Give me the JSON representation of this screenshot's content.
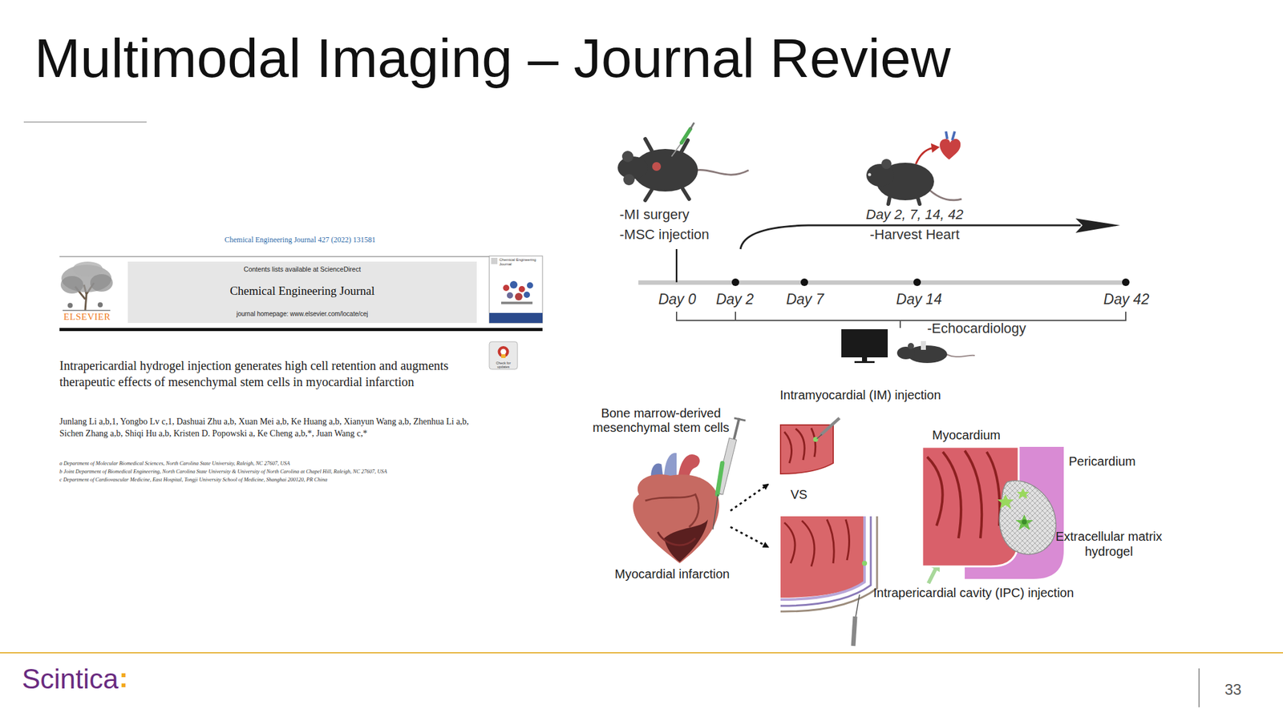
{
  "diagram": {
    "title": "Multimodal Imaging – Journal Review",
    "nodes": [
      {
        "text": [
          "Contents lists available at ScienceDirect",
          "Chemical Engineering Journal",
          "journal homepage: www.elsevier.com/locate/cej"
        ]
      },
      {
        "text": [
          "Chemical Engineering Journal"
        ]
      },
      {
        "text": [
          "Check for updates"
        ]
      }
    ],
    "labels": [
      "Chemical Engineering Journal 427 (2022) 131581",
      "ELSEVIER",
      "Intrapericardial hydrogel injection generates high cell retention and augments therapeutic effects of mesenchymal stem cells in myocardial infarction",
      "Junlang Li a,b,1, Yongbo Lv c,1, Dashuai Zhu a,b, Xuan Mei a,b, Ke Huang a,b, Xianyun Wang a,b, Zhenhua Li a,b, Sichen Zhang a,b, Shiqi Hu a,b, Kristen D. Popowski a, Ke Cheng a,b,*, Juan Wang c,*",
      "a Department of Molecular Biomedical Sciences, North Carolina State University, Raleigh, NC 27607, USA",
      "b Joint Department of Biomedical Engineering, North Carolina State University & University of North Carolina at Chapel Hill, Raleigh, NC 27607, USA",
      "c Department of Cardiovascular Medicine, East Hospital, Tongji University School of Medicine, Shanghai 200120, PR China",
      "-MI surgery",
      "-MSC injection",
      "Day 2, 7, 14, 42",
      "-Harvest Heart",
      "Day 0",
      "Day 2",
      "Day 7",
      "Day 14",
      "Day 42",
      "-Echocardiology",
      "Intramyocardial (IM) injection",
      "Bone marrow-derived mesenchymal stem cells",
      "VS",
      "Myocardium",
      "Pericardium",
      "Extracellular matrix hydrogel",
      "Myocardial infarction",
      "Intrapericardial cavity (IPC) injection",
      "Scintica",
      ":",
      "33"
    ]
  }
}
